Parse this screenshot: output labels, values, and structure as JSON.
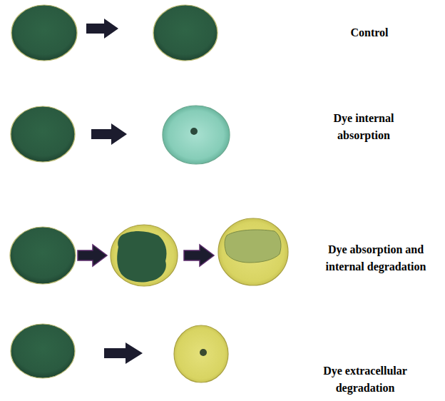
{
  "diagram": {
    "labels": [
      "Control",
      "Dye internal absorption",
      "Dye absorption and internal degradation",
      "Dye extracellular degradation"
    ]
  }
}
